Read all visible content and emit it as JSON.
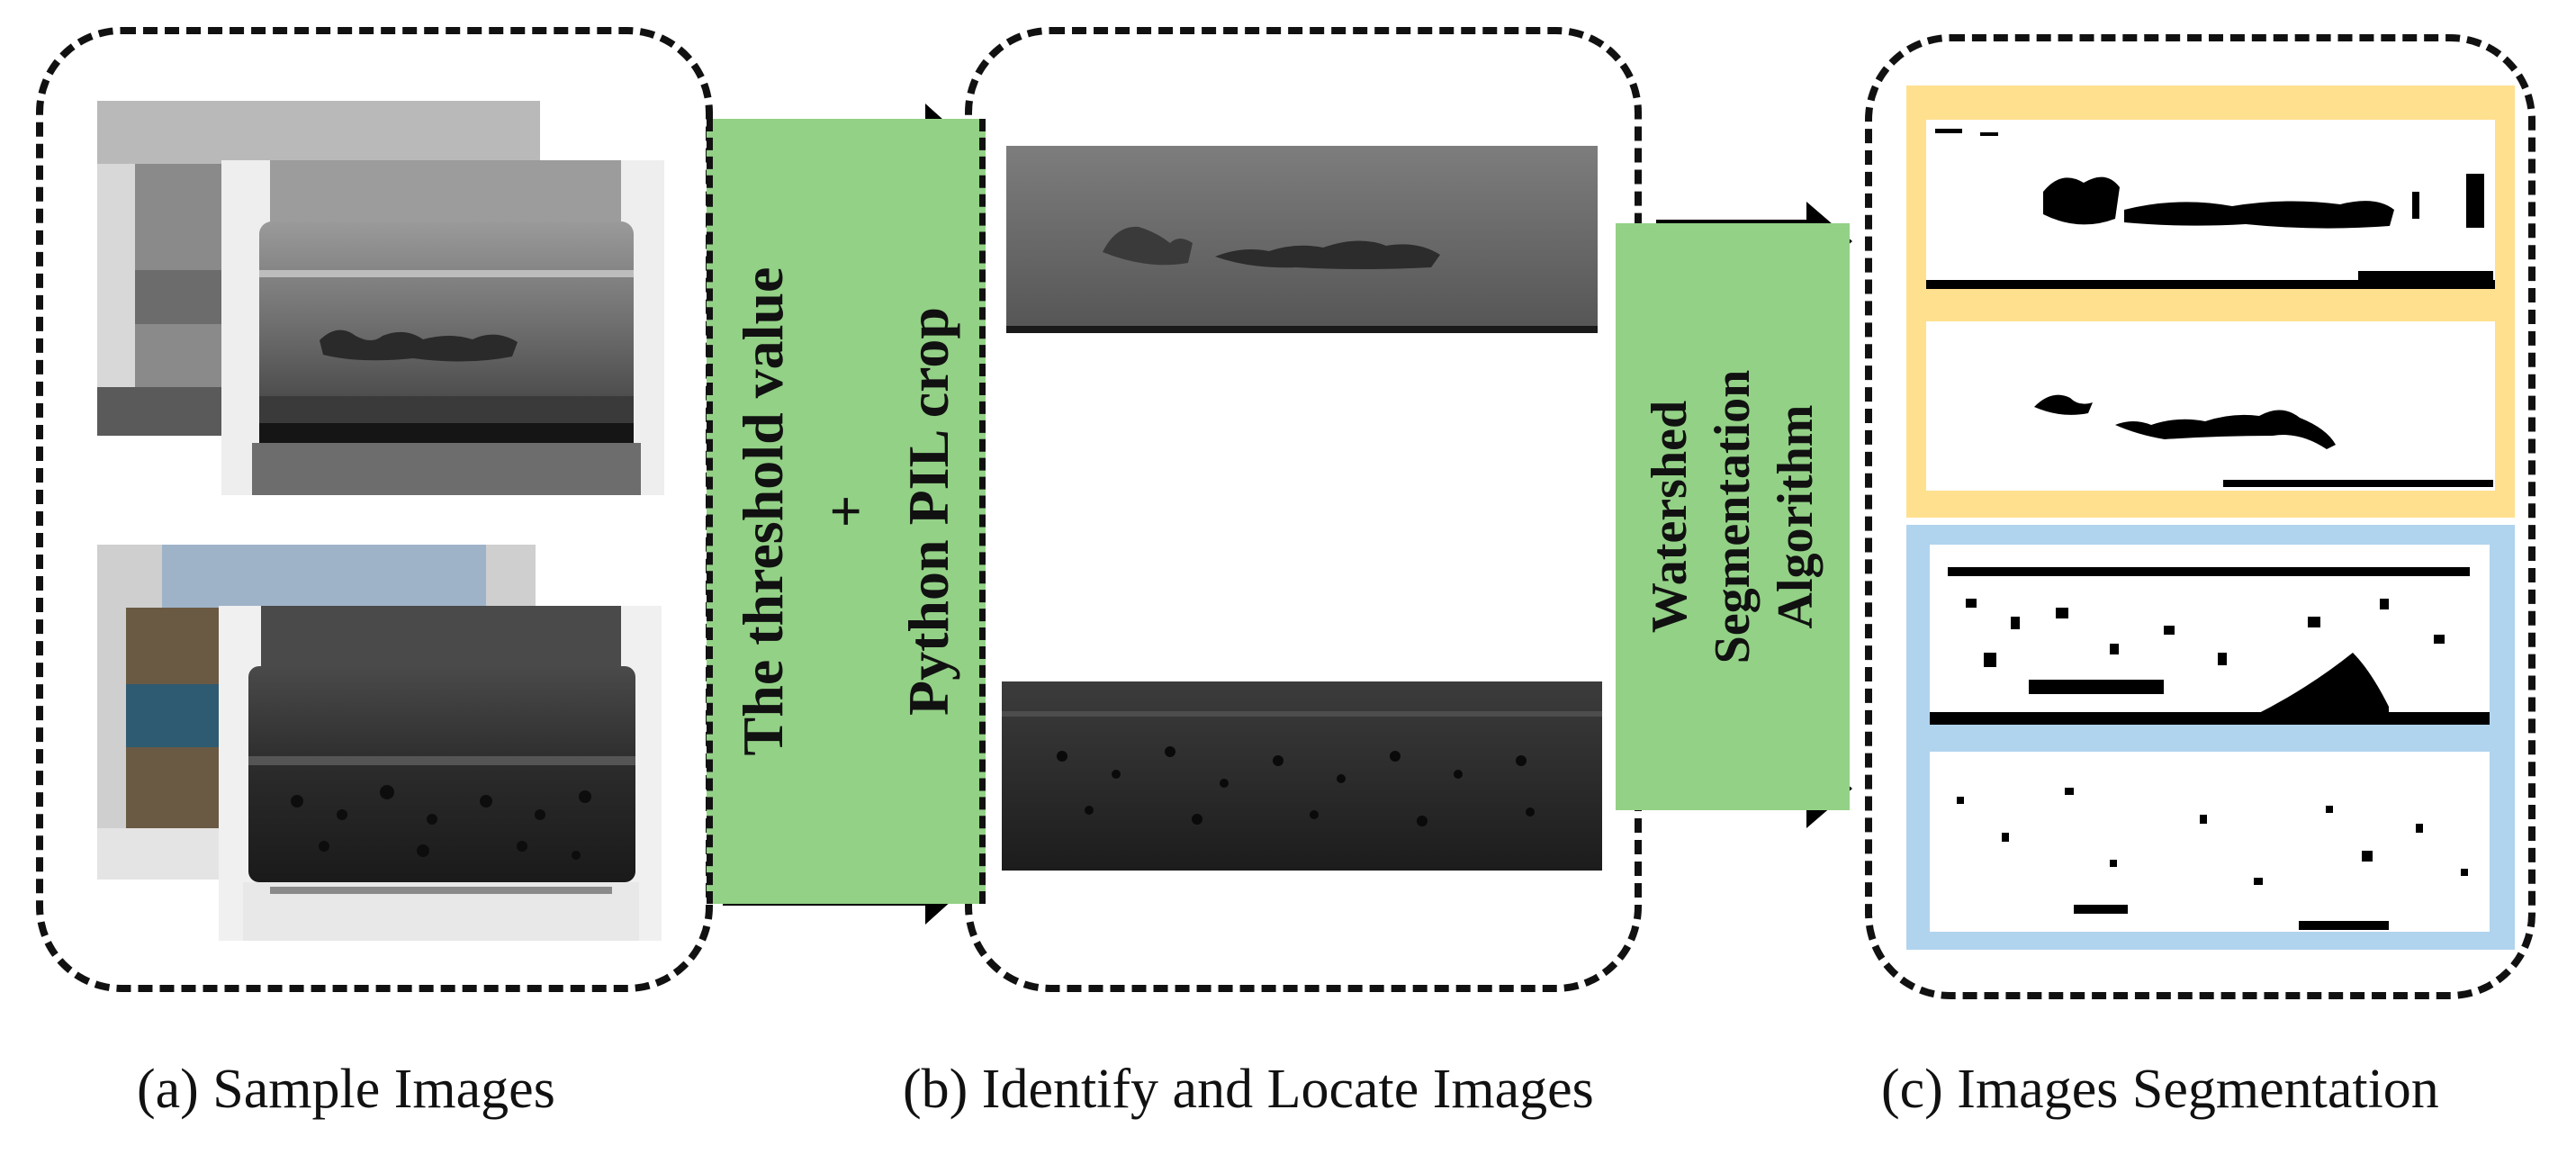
{
  "captions": {
    "a": "(a) Sample Images",
    "b": "(b) Identify and Locate Images",
    "c": "(c) Images Segmentation"
  },
  "step1": {
    "line1": "The threshold value",
    "line2": "+",
    "line3": "Python PIL crop"
  },
  "step2": {
    "line1": "Watershed",
    "line2": "Segmentation",
    "line3": "Algorithm"
  },
  "colors": {
    "arrow_band": "#93d186",
    "group_1_frame": "#ffe08f",
    "group_2_frame": "#b1d4ee",
    "outline": "#111111"
  }
}
